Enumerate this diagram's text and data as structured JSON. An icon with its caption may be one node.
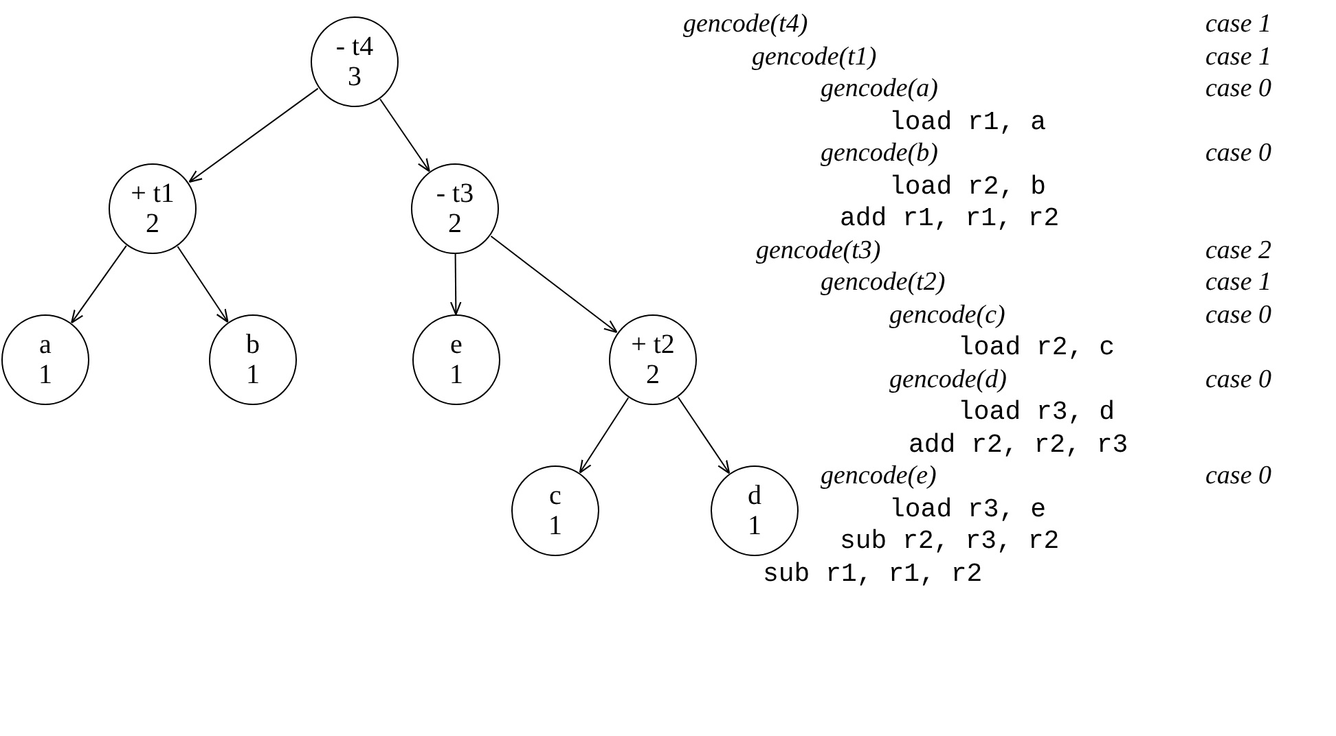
{
  "diagram": {
    "nodes": [
      {
        "text": [
          "- t4",
          "3"
        ]
      },
      {
        "text": [
          "+ t1",
          "2"
        ]
      },
      {
        "text": [
          "- t3",
          "2"
        ]
      },
      {
        "text": [
          "a",
          "1"
        ]
      },
      {
        "text": [
          "b",
          "1"
        ]
      },
      {
        "text": [
          "e",
          "1"
        ]
      },
      {
        "text": [
          "+ t2",
          "2"
        ]
      },
      {
        "text": [
          "c",
          "1"
        ]
      },
      {
        "text": [
          "d",
          "1"
        ]
      }
    ],
    "edges": [
      {
        "from": 0,
        "to": 1,
        "arrow": "to"
      },
      {
        "from": 0,
        "to": 2,
        "arrow": "to"
      },
      {
        "from": 1,
        "to": 3,
        "arrow": "to"
      },
      {
        "from": 1,
        "to": 4,
        "arrow": "to"
      },
      {
        "from": 2,
        "to": 5,
        "arrow": "to"
      },
      {
        "from": 2,
        "to": 6,
        "arrow": "to"
      },
      {
        "from": 6,
        "to": 7,
        "arrow": "to"
      },
      {
        "from": 6,
        "to": 8,
        "arrow": "to"
      }
    ],
    "labels": [
      "gencode(t4)",
      "case 1",
      "gencode(t1)",
      "case 1",
      "gencode(a)",
      "case 0",
      "load r1, a",
      "gencode(b)",
      "case 0",
      "load r2, b",
      "add r1, r1, r2",
      "gencode(t3)",
      "case 2",
      "gencode(t2)",
      "case 1",
      "gencode(c)",
      "case 0",
      "load r2, c",
      "gencode(d)",
      "case 0",
      "load r3, d",
      "add r2, r2, r3",
      "gencode(e)",
      "case 0",
      "load r3, e",
      "sub r2, r3, r2",
      "sub r1, r1, r2"
    ]
  }
}
